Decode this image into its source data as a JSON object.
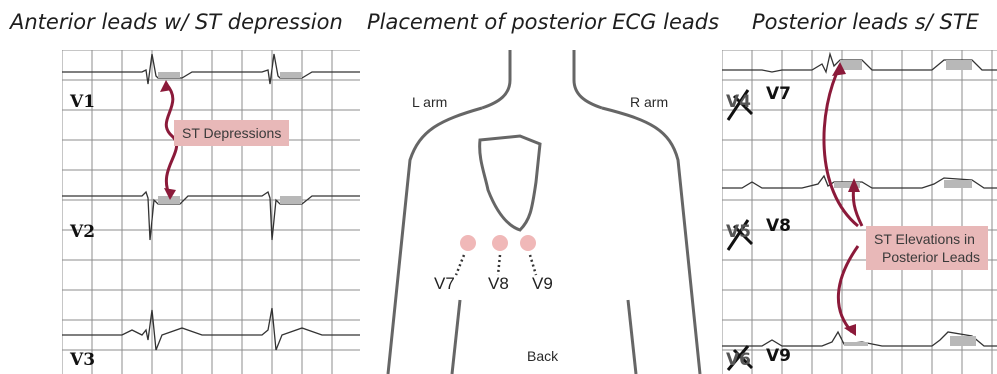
{
  "headings": {
    "left": "Anterior leads w/ ST depression",
    "middle": "Placement of posterior ECG leads",
    "right": "Posterior leads s/ STE"
  },
  "left_panel": {
    "leads": [
      "V1",
      "V2",
      "V3"
    ],
    "callout": "ST Depressions"
  },
  "middle_panel": {
    "left_arm": "L arm",
    "right_arm": "R arm",
    "electrodes": [
      "V7",
      "V8",
      "V9"
    ],
    "back": "Back"
  },
  "right_panel": {
    "leads": [
      "V7",
      "V8",
      "V9"
    ],
    "crossed_leads": [
      "V4",
      "V5",
      "V6"
    ],
    "callout_line1": "ST Elevations in",
    "callout_line2": "Posterior Leads"
  },
  "colors": {
    "grid": "#8c8c8c",
    "trace": "#333333",
    "callout_bg": "#e8b8b8",
    "arrow": "#8b1a3a",
    "electrode": "#f0b8b8"
  }
}
